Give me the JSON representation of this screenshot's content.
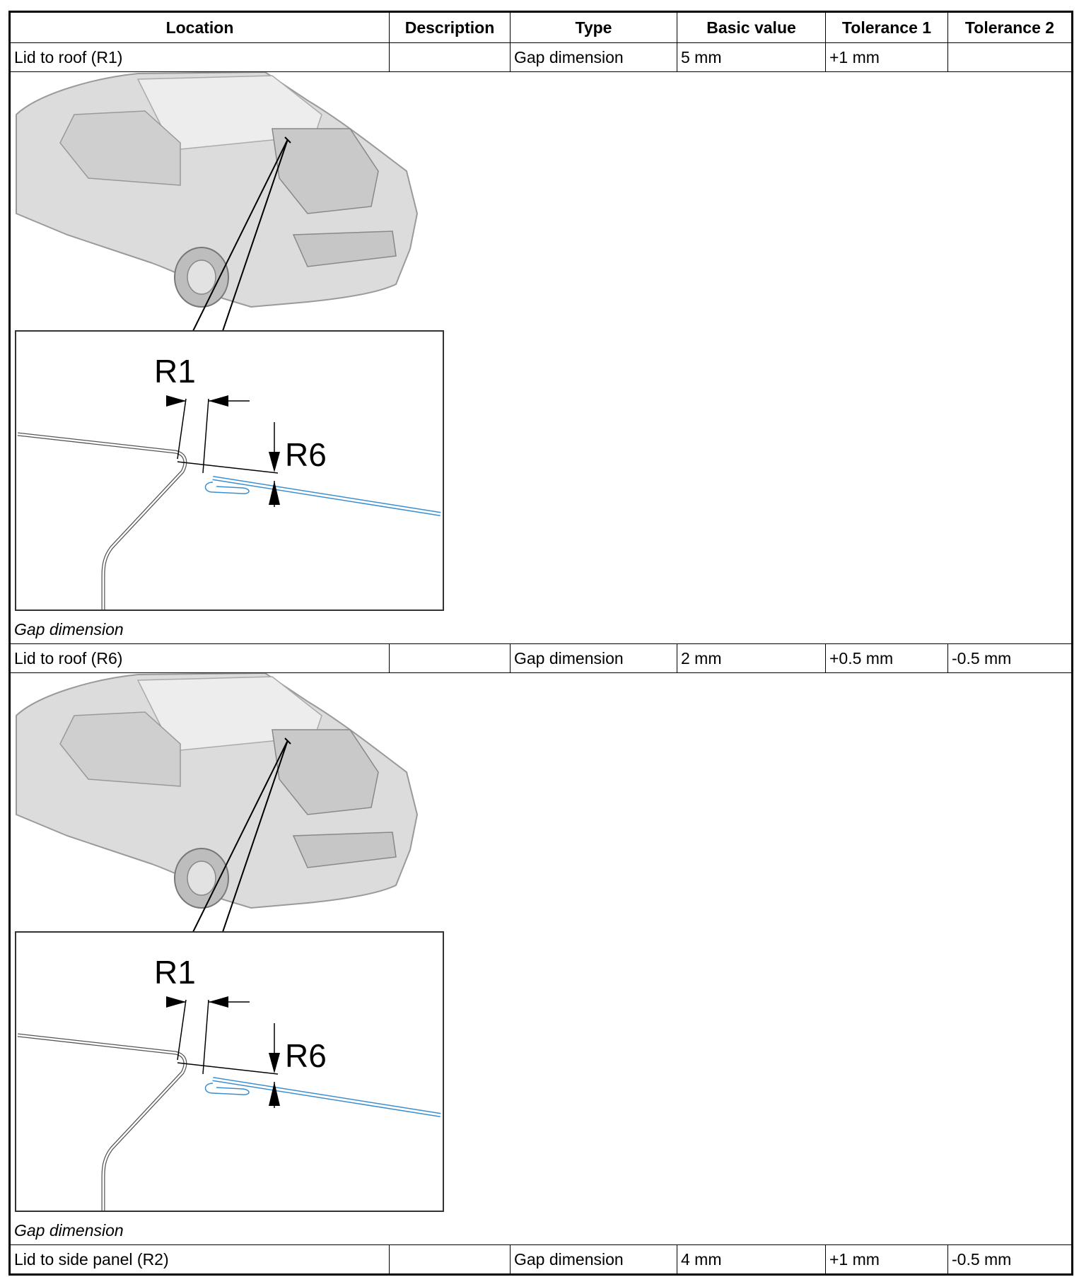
{
  "table": {
    "headers": [
      "Location",
      "Description",
      "Type",
      "Basic value",
      "Tolerance 1",
      "Tolerance 2"
    ],
    "rows": [
      {
        "location": "Lid to roof (R1)",
        "description": "",
        "type": "Gap dimension",
        "basic_value": "5 mm",
        "tolerance1": "+1 mm",
        "tolerance2": ""
      },
      {
        "location": "Lid to roof (R6)",
        "description": "",
        "type": "Gap dimension",
        "basic_value": "2 mm",
        "tolerance1": "+0.5 mm",
        "tolerance2": "-0.5 mm"
      },
      {
        "location": "Lid to side panel (R2)",
        "description": "",
        "type": "Gap dimension",
        "basic_value": "4 mm",
        "tolerance1": "+1 mm",
        "tolerance2": "-0.5 mm"
      }
    ]
  },
  "figures": [
    {
      "caption": "Gap dimension",
      "label_r1": "R1",
      "label_r6": "R6"
    },
    {
      "caption": "Gap dimension",
      "label_r1": "R1",
      "label_r6": "R6"
    }
  ],
  "colors": {
    "panel_line": "#3a8fd0",
    "car_body": "#d8d8d8"
  }
}
